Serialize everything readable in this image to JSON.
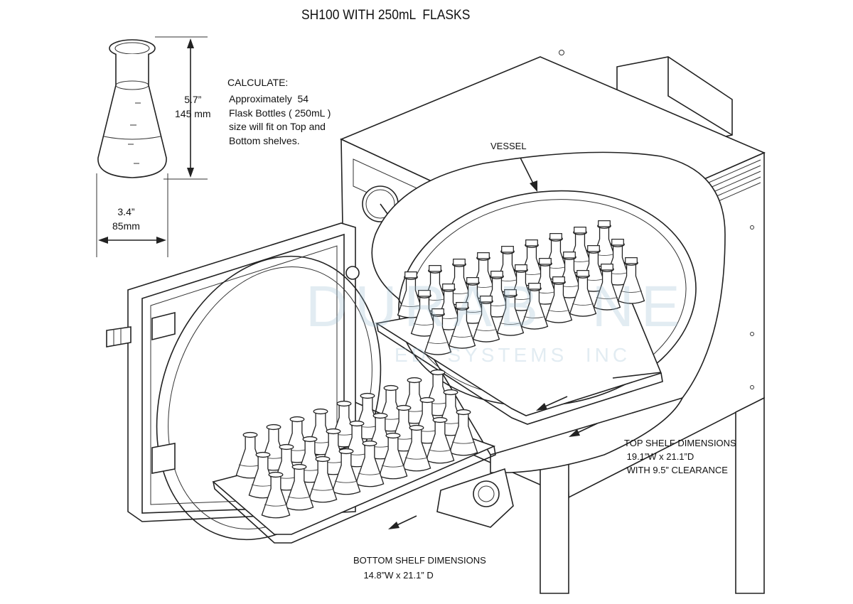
{
  "title": "SH100 WITH 250mL  FLASKS",
  "calculate": {
    "heading": "CALCULATE:",
    "body": "Approximately  54\nFlask Bottles ( 250mL )\nsize will fit on Top and\nBottom shelves."
  },
  "flask_dimensions": {
    "height": "5.7”\n145 mm",
    "width": "3.4”\n85mm"
  },
  "vessel_label": "VESSEL",
  "top_shelf": "TOP SHELF DIMENSIONS\n 19.1”W x 21.1”D\n WITH 9.5” CLEARANCE",
  "bottom_shelf": "BOTTOM SHELF DIMENSIONS\n    14.8”W x 21.1” D",
  "watermark": {
    "main": "DURAB  NE",
    "sub": "ED  SYSTEMS  INC"
  },
  "colors": {
    "ink": "#222222",
    "watermark": "#9ec6df"
  },
  "counts": {
    "top_shelf_flasks": 27,
    "bottom_shelf_flasks": 27
  }
}
